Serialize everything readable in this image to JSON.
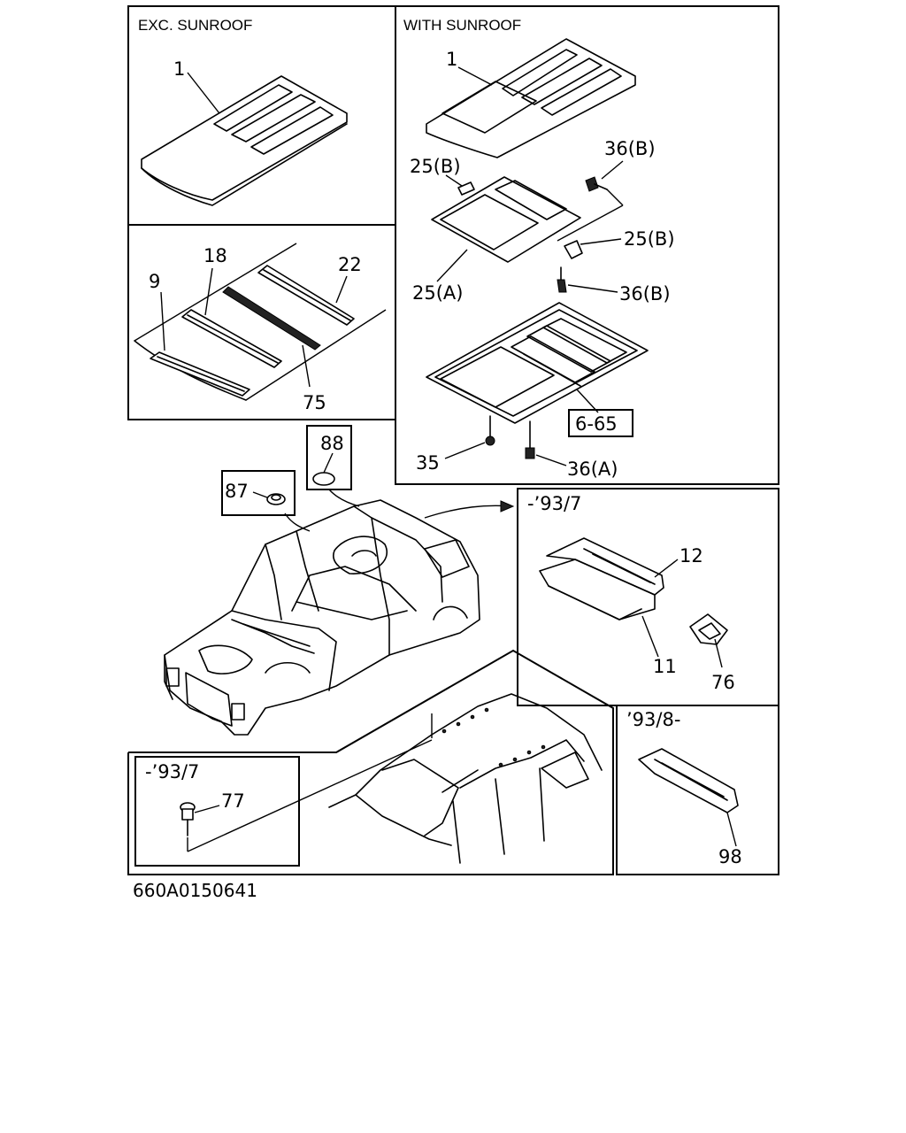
{
  "panels": {
    "exc_sunroof": {
      "title": "EXC. SUNROOF"
    },
    "with_sunroof": {
      "title": "WITH SUNROOF"
    },
    "rear_upper": {
      "title": "-’93/7"
    },
    "rear_lower": {
      "title": "’93/8-"
    },
    "bottom_left": {
      "title": "-’93/7"
    }
  },
  "callouts": {
    "p1_exc": "1",
    "p1_with": "1",
    "p36b_top": "36(B)",
    "p25b_left": "25(B)",
    "p25b_right": "25(B)",
    "p25a": "25(A)",
    "p36b_mid": "36(B)",
    "p9": "9",
    "p18": "18",
    "p22": "22",
    "p75": "75",
    "p665": "6-65",
    "p88": "88",
    "p87": "87",
    "p35": "35",
    "p36a": "36(A)",
    "p12": "12",
    "p11": "11",
    "p76": "76",
    "p77": "77",
    "p98": "98"
  },
  "diagram_code": "660A0150641"
}
